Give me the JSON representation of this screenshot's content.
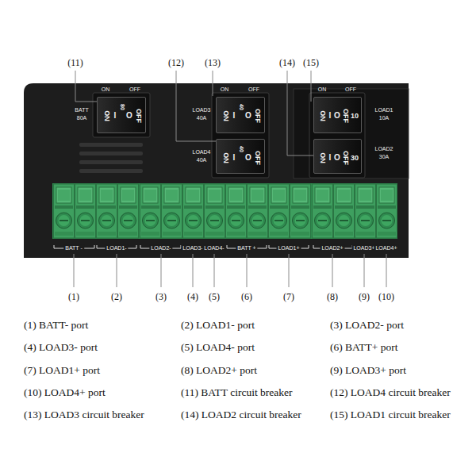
{
  "diagram": {
    "nodes": [
      {
        "text": [
          "ON",
          "I",
          "80",
          "O",
          "OFF"
        ]
      },
      {
        "text": [
          "ON",
          "I",
          "40",
          "O",
          "OFF"
        ]
      },
      {
        "text": [
          "ON",
          "I",
          "40",
          "O",
          "OFF"
        ]
      },
      {
        "text": [
          "ON",
          "I",
          "O",
          "OFF",
          "10"
        ]
      },
      {
        "text": [
          "ON",
          "I",
          "O",
          "OFF",
          "30"
        ]
      }
    ],
    "labels": [
      "(11)",
      "(12)",
      "(13)",
      "(14)",
      "(15)",
      "ON",
      "OFF",
      "ON",
      "OFF",
      "ON",
      "OFF",
      "BATT",
      "80A",
      "LOAD3",
      "40A",
      "LOAD4",
      "40A",
      "LOAD1",
      "10A",
      "LOAD2",
      "30A",
      "BATT -",
      "LOAD1-",
      "LOAD2-",
      "LOAD3-",
      "LOAD4-",
      "BATT +",
      "LOAD1+",
      "LOAD2+",
      "LOAD3+",
      "LOAD4+",
      "(1)",
      "(2)",
      "(3)",
      "(4)",
      "(5)",
      "(6)",
      "(7)",
      "(8)",
      "(9)",
      "(10)",
      "(1) BATT- port",
      "(2) LOAD1- port",
      "(3) LOAD2- port",
      "(4) LOAD3- port",
      "(5) LOAD4- port",
      "(6) BATT+ port",
      "(7) LOAD1+ port",
      "(8) LOAD2+ port",
      "(9) LOAD3+ port",
      "(10) LOAD4+ port",
      "(11) BATT circuit breaker",
      "(12) LOAD4 circuit breaker",
      "(13) LOAD3 circuit breaker",
      "(14) LOAD2 circuit breaker",
      "(15) LOAD1 circuit breaker"
    ]
  }
}
